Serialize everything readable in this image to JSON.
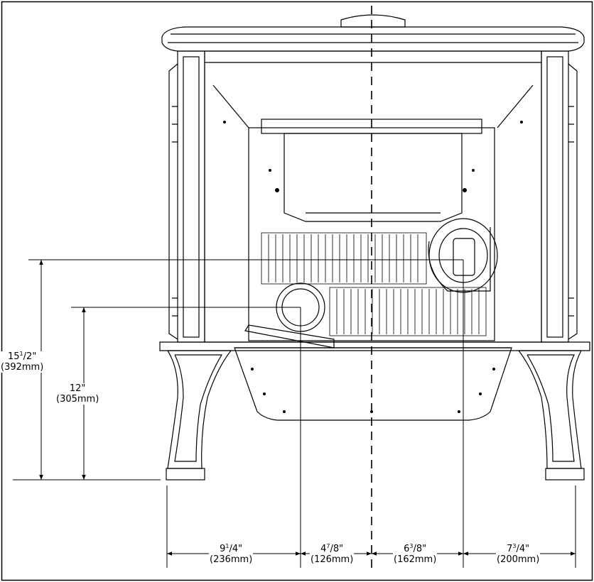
{
  "colors": {
    "line": "#000000",
    "background": "#ffffff"
  },
  "dimensions": {
    "vertical": [
      {
        "whole": "15",
        "num": "1",
        "den": "2",
        "unit": "\"",
        "metric": "(392mm)"
      },
      {
        "whole": "12",
        "num": "",
        "den": "",
        "unit": "\"",
        "metric": "(305mm)"
      }
    ],
    "horizontal": [
      {
        "whole": "9",
        "num": "1",
        "den": "4",
        "unit": "\"",
        "metric": "(236mm)"
      },
      {
        "whole": "4",
        "num": "7",
        "den": "8",
        "unit": "\"",
        "metric": "(126mm)"
      },
      {
        "whole": "6",
        "num": "3",
        "den": "8",
        "unit": "\"",
        "metric": "(162mm)"
      },
      {
        "whole": "7",
        "num": "3",
        "den": "4",
        "unit": "\"",
        "metric": "(200mm)"
      }
    ]
  }
}
